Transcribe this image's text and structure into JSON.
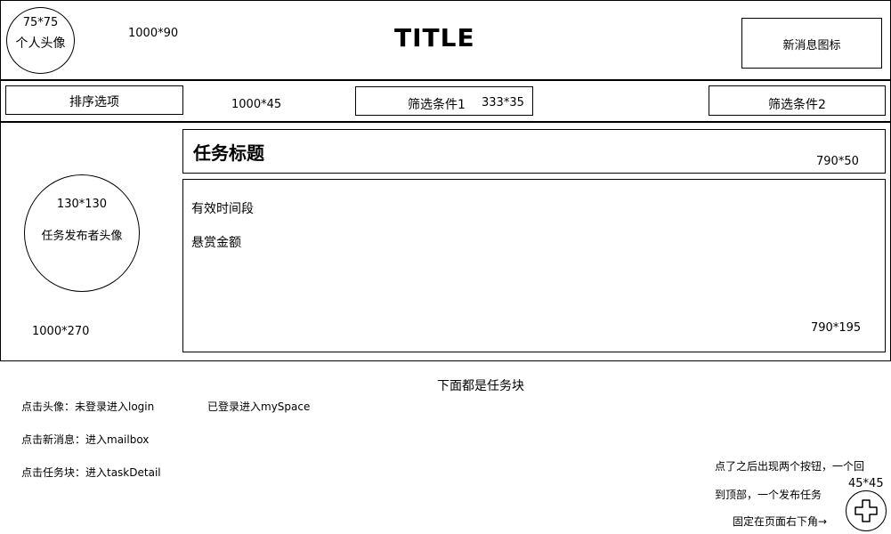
{
  "header": {
    "avatar_size": "75*75",
    "avatar_label": "个人头像",
    "size_label": "1000*90",
    "title": "TITLE",
    "notification_label": "新消息图标"
  },
  "filter_bar": {
    "sort_label": "排序选项",
    "size_label": "1000*45",
    "filter1_label": "筛选条件1",
    "filter1_size": "333*35",
    "filter2_label": "筛选条件2"
  },
  "task_block": {
    "avatar_size": "130*130",
    "avatar_label": "任务发布者头像",
    "size_label": "1000*270",
    "task_title": "任务标题",
    "title_size": "790*50",
    "valid_time": "有效时间段",
    "reward": "悬赏金额",
    "content_size": "790*195"
  },
  "notes": {
    "below_heading": "下面都是任务块",
    "click_avatar": "点击头像：未登录进入login",
    "logged_in": "已登录进入mySpace",
    "click_message": "点击新消息：进入mailbox",
    "click_task": "点击任务块：进入taskDetail",
    "fab_note_1": "点了之后出现两个按钮，一个回",
    "fab_note_2": "到顶部，一个发布任务",
    "fab_note_3": "固定在页面右下角→",
    "fab_size": "45*45"
  }
}
